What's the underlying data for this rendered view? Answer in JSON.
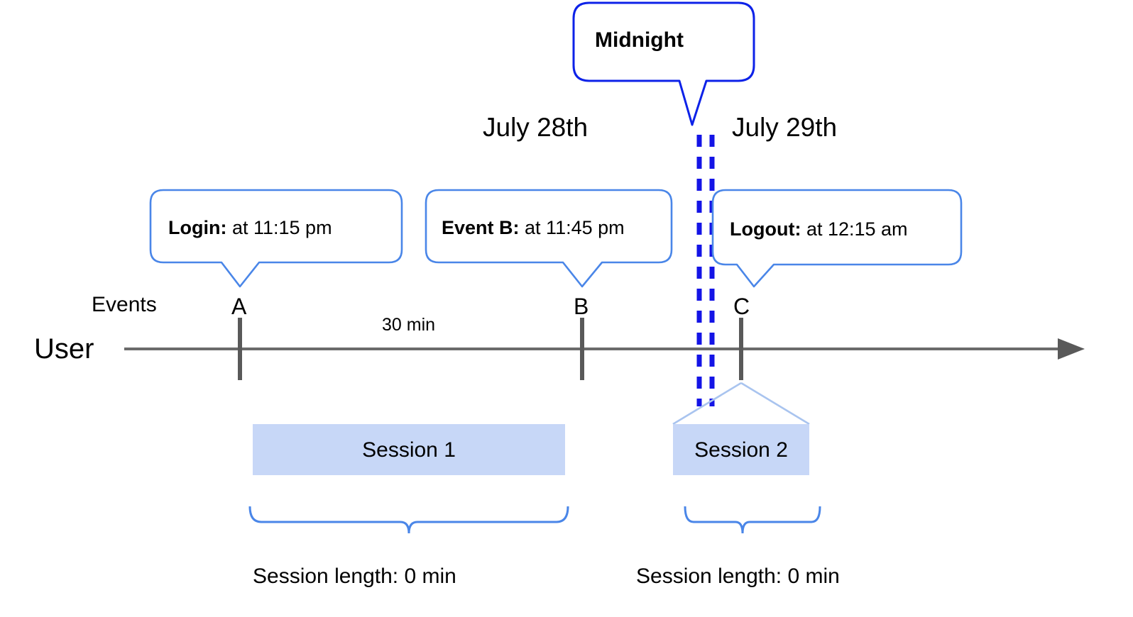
{
  "diagram": {
    "title_callout": {
      "label": "Midnight",
      "border_color": "#0d22e8"
    },
    "axis": {
      "row_label": "User",
      "events_label": "Events",
      "line_color": "#6b6b6b",
      "marker_color": "#595959"
    },
    "dates": {
      "left": "July 28th",
      "right": "July 29th"
    },
    "midnight_divider": {
      "color": "#1414e6",
      "style": "dashed-double"
    },
    "events": [
      {
        "marker": "A",
        "bold": "Login:",
        "rest": " at 11:15 pm",
        "border_color": "#4a86e8"
      },
      {
        "marker": "B",
        "bold": "Event B:",
        "rest": " at 11:45 pm",
        "border_color": "#4a86e8"
      },
      {
        "marker": "C",
        "bold": "Logout:",
        "rest": " at 12:15 am",
        "border_color": "#4a86e8"
      }
    ],
    "gap_label": "30 min",
    "sessions": [
      {
        "name": "Session 1",
        "length_label": "Session length: 0 min",
        "fill_color": "#c7d7f7"
      },
      {
        "name": "Session 2",
        "length_label": "Session length: 0 min",
        "fill_color": "#c7d7f7"
      }
    ],
    "brace_color": "#4a86e8"
  }
}
